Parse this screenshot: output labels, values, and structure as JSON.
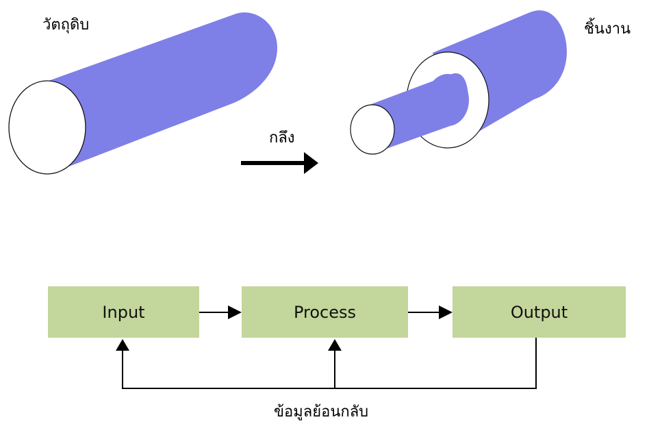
{
  "top_section": {
    "raw_material_label": "วัตถุดิบ",
    "workpiece_label": "ชิ้นงาน",
    "process_arrow_label": "กลึง"
  },
  "flow": {
    "input_label": "Input",
    "process_label": "Process",
    "output_label": "Output",
    "feedback_label": "ข้อมูลย้อนกลับ"
  },
  "colors": {
    "cylinder_fill": "#7f7fe8",
    "box_fill": "#c3d69b",
    "line": "#000000"
  }
}
